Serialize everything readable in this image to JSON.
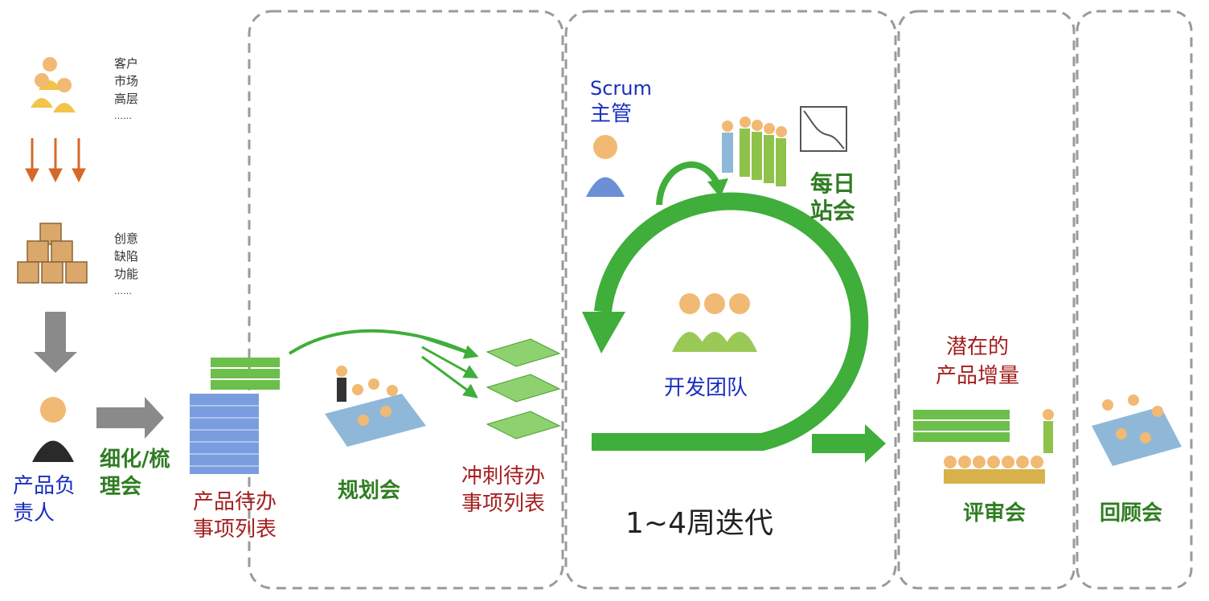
{
  "sources": {
    "stakeholders": [
      "客户",
      "市场",
      "高层",
      "……"
    ],
    "items": [
      "创意",
      "缺陷",
      "功能",
      "……"
    ]
  },
  "roles": {
    "product_owner": "产品负责人",
    "refine_meeting": "细化/梳理会",
    "scrum_master_line1": "Scrum",
    "scrum_master_line2": "主管",
    "dev_team": "开发团队"
  },
  "artifacts": {
    "product_backlog_line1": "产品待办",
    "product_backlog_line2": "事项列表",
    "sprint_backlog_line1": "冲刺待办",
    "sprint_backlog_line2": "事项列表",
    "increment_line1": "潜在的",
    "increment_line2": "产品增量"
  },
  "events": {
    "planning": "规划会",
    "daily_line1": "每日",
    "daily_line2": "站会",
    "iteration": "1~4周迭代",
    "review": "评审会",
    "retro": "回顾会"
  },
  "colors": {
    "green_arrow": "#3fae3a",
    "dashed_border": "#9a9a9a",
    "orange_arrow": "#d5692a",
    "gray_arrow": "#8a8a8a"
  }
}
